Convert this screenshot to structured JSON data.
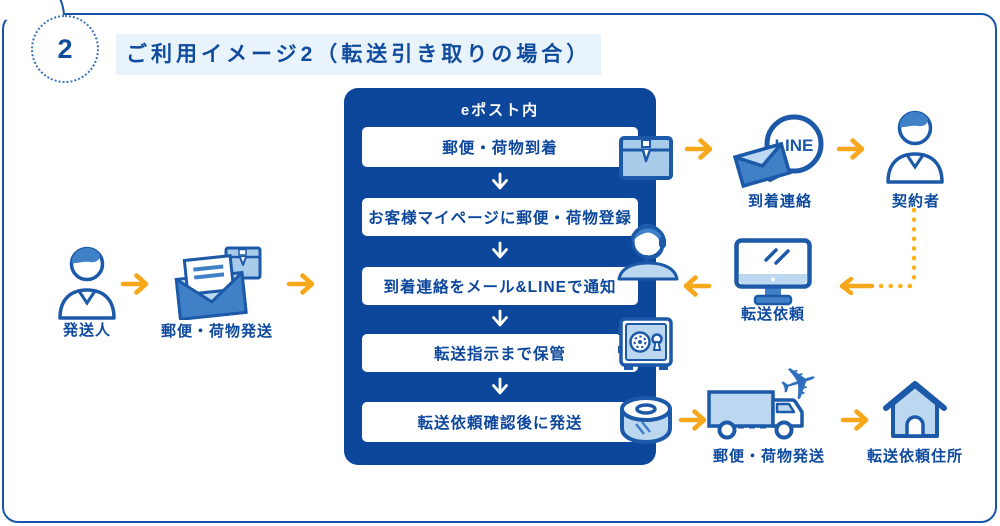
{
  "badge": {
    "number": "2"
  },
  "title": {
    "text": "ご利用イメージ2（転送引き取りの場合）"
  },
  "epost": {
    "header": "eポスト内",
    "steps": [
      "郵便・荷物到着",
      "お客様マイページに郵便・荷物登録",
      "到着連絡をメール&LINEで通知",
      "転送指示まで保管",
      "転送依頼確認後に発送"
    ]
  },
  "flow_left": {
    "sender_label": "発送人",
    "ship_label": "郵便・荷物発送"
  },
  "flow_right": {
    "arrival_label": "到着連絡",
    "contractor_label": "契約者",
    "forward_label": "転送依頼",
    "ship_label": "郵便・荷物発送",
    "address_label": "転送依頼住所",
    "line_text": "LINE"
  },
  "icons": {
    "plane_glyph": "✈",
    "names": [
      "user-icon",
      "envelope-package-icon",
      "package-icon",
      "operator-headset-icon",
      "safe-icon",
      "tape-roll-icon",
      "line-envelope-icon",
      "monitor-icon",
      "truck-icon",
      "plane-icon",
      "house-icon"
    ]
  },
  "colors": {
    "primary_blue": "#0D479B",
    "outline_blue": "#1C5AA9",
    "mid_blue": "#3F80C6",
    "light_blue": "#BCD8F1",
    "accent_orange": "#F6A81C",
    "dotted_orange": "#F9B218",
    "title_highlight": "#E9F3FB"
  }
}
